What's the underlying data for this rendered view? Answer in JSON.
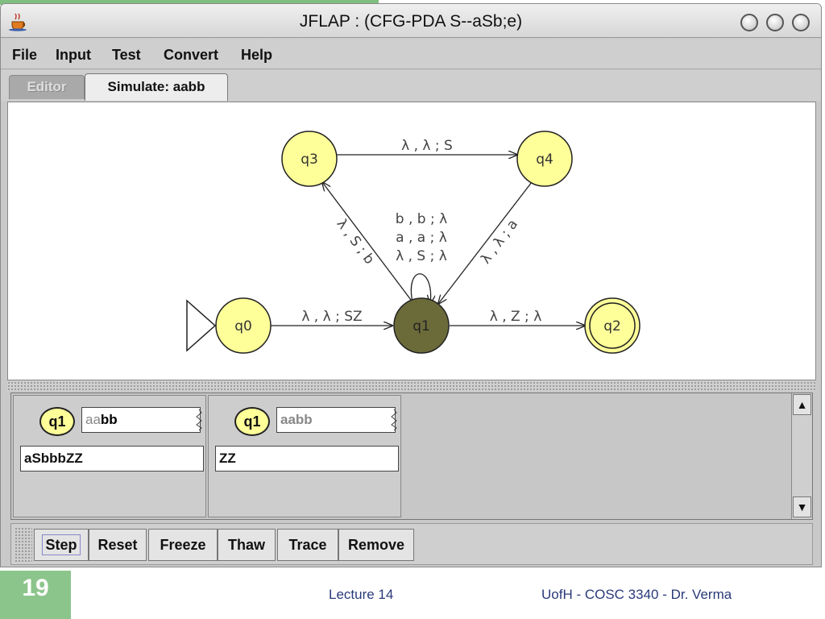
{
  "window": {
    "title": "JFLAP : (CFG-PDA S--aSb;e)"
  },
  "menu": [
    "File",
    "Input",
    "Test",
    "Convert",
    "Help"
  ],
  "tabs": {
    "editor": "Editor",
    "simulate": "Simulate: aabb"
  },
  "automaton": {
    "states": [
      {
        "id": "q0",
        "label": "q0",
        "initial": true,
        "final": false,
        "active": false
      },
      {
        "id": "q1",
        "label": "q1",
        "initial": false,
        "final": false,
        "active": true
      },
      {
        "id": "q2",
        "label": "q2",
        "initial": false,
        "final": true,
        "active": false
      },
      {
        "id": "q3",
        "label": "q3",
        "initial": false,
        "final": false,
        "active": false
      },
      {
        "id": "q4",
        "label": "q4",
        "initial": false,
        "final": false,
        "active": false
      }
    ],
    "transitions": [
      {
        "from": "q0",
        "to": "q1",
        "label": "λ , λ ; SZ"
      },
      {
        "from": "q1",
        "to": "q2",
        "label": "λ , Z ; λ"
      },
      {
        "from": "q1",
        "to": "q3",
        "label": "λ , S ; b"
      },
      {
        "from": "q3",
        "to": "q4",
        "label": "λ , λ ; S"
      },
      {
        "from": "q4",
        "to": "q1",
        "label": "λ , λ ; a"
      },
      {
        "from": "q1",
        "to": "q1",
        "labels": [
          "b , b ; λ",
          "a , a ; λ",
          "λ , S ; λ"
        ]
      }
    ],
    "colors": {
      "state_fill": "#ffff99",
      "active_fill": "#6b6b3a",
      "edge": "#222222",
      "label": "#444444"
    }
  },
  "configurations": [
    {
      "state": "q1",
      "input_read": "aa",
      "input_remaining": "bb",
      "remaining_dimmed": false,
      "stack": "aSbbbZZ"
    },
    {
      "state": "q1",
      "input_read": "aabb",
      "input_remaining": "",
      "remaining_dimmed": true,
      "stack": "ZZ"
    }
  ],
  "buttons": {
    "step": "Step",
    "reset": "Reset",
    "freeze": "Freeze",
    "thaw": "Thaw",
    "trace": "Trace",
    "remove": "Remove"
  },
  "scrollbar": {
    "up_icon": "▲",
    "down_icon": "▼"
  },
  "footer": {
    "slide_number": "19",
    "center": "Lecture 14",
    "right": "UofH - COSC 3340 - Dr. Verma"
  }
}
